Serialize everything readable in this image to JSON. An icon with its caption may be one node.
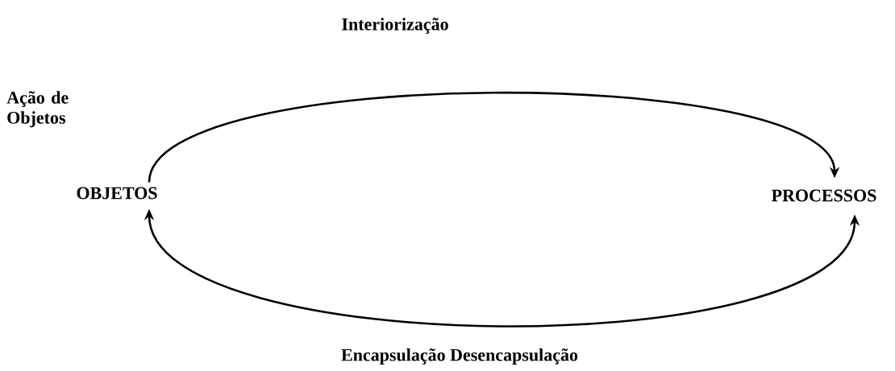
{
  "diagram": {
    "nodes": [
      {
        "text": [
          "OBJETOS"
        ]
      },
      {
        "text": [
          "PROCESSOS"
        ]
      }
    ],
    "edges": [
      {
        "from": 0,
        "to": 1,
        "arrow": "to",
        "label": "Interiorização"
      },
      {
        "from": 0,
        "to": 1,
        "arrow": "both",
        "label": "Encapsulação Desencapsulação"
      }
    ],
    "labels": [
      "Ação de Objetos"
    ]
  }
}
